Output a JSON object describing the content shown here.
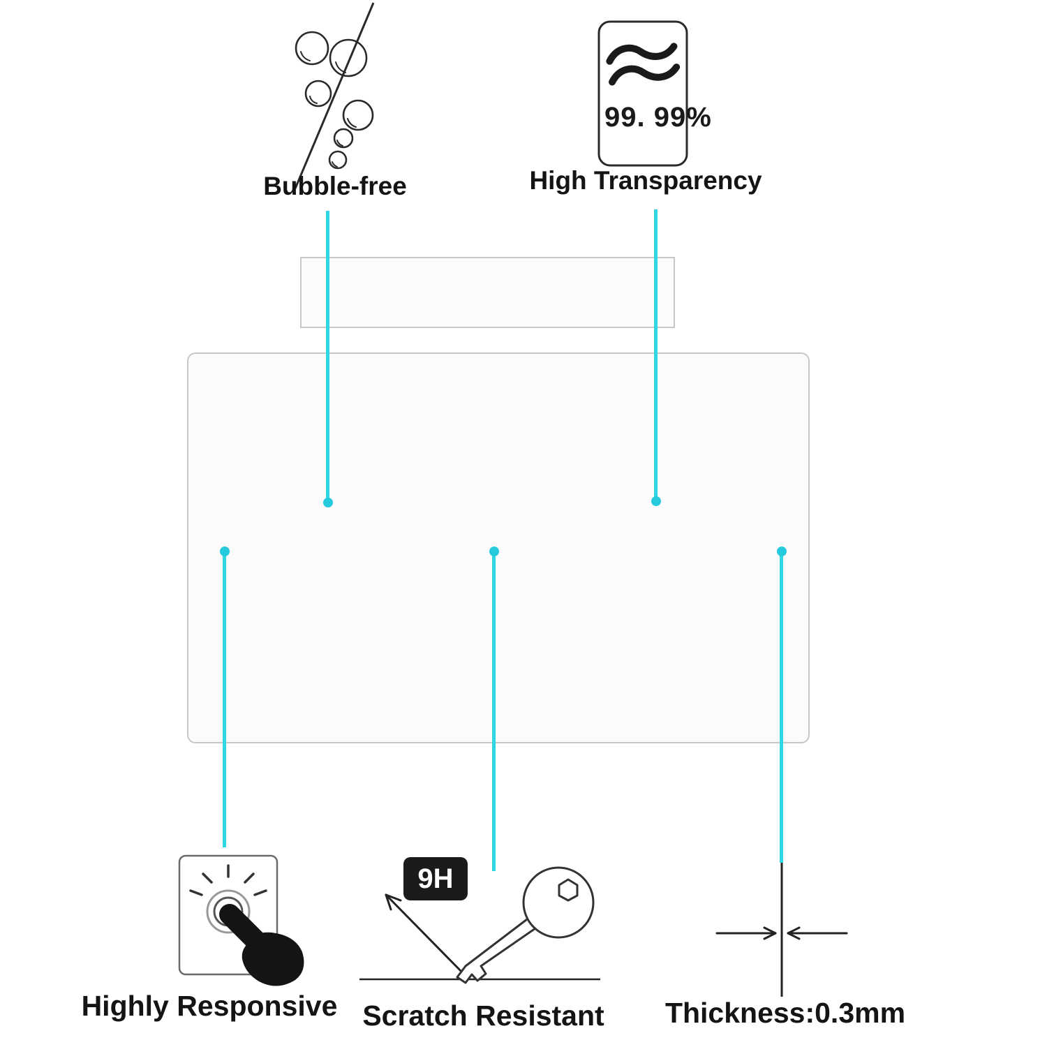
{
  "colors": {
    "accent_line": "#30d6e4",
    "accent_dot": "#25cbdc",
    "panel_border": "#c7c7c7",
    "panel_fill": "#fbfbfb",
    "ink": "#1a1a1a"
  },
  "features": {
    "bubble_free": {
      "label": "Bubble-free",
      "icon": "bubbles-strike-icon"
    },
    "high_transparency": {
      "label": "High Transparency",
      "value": "99. 99%",
      "icon": "transparency-waves-icon"
    },
    "highly_responsive": {
      "label": "Highly Responsive",
      "icon": "finger-press-icon"
    },
    "scratch_resistant": {
      "label": "Scratch Resistant",
      "hardness_badge": "9H",
      "icon": "key-scratch-icon"
    },
    "thickness": {
      "label": "Thickness:0.3mm",
      "icon": "thickness-arrows-icon"
    }
  }
}
